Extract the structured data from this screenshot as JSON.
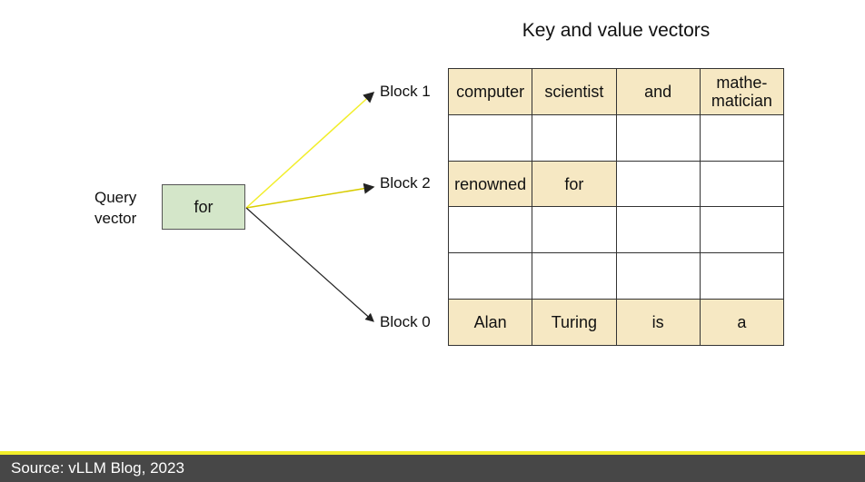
{
  "title": "Key and value vectors",
  "query": {
    "label_line1": "Query",
    "label_line2": "vector",
    "token": "for"
  },
  "blocks": [
    {
      "label": "Block 1",
      "row": 0,
      "arrow_color": "#f2ee2b"
    },
    {
      "label": "Block 2",
      "row": 2,
      "arrow_color": "#e0d200"
    },
    {
      "label": "Block 0",
      "row": 5,
      "arrow_color": "#222222"
    }
  ],
  "grid": {
    "rows": [
      [
        "computer",
        "scientist",
        "and",
        "mathe-\nmatician"
      ],
      [
        "",
        "",
        "",
        ""
      ],
      [
        "renowned",
        "for",
        "",
        ""
      ],
      [
        "",
        "",
        "",
        ""
      ],
      [
        "",
        "",
        "",
        ""
      ],
      [
        "Alan",
        "Turing",
        "is",
        "a"
      ]
    ]
  },
  "colors": {
    "filled_cell": "#f6e8c3",
    "query_box": "#d4e6c9",
    "footer_bg": "#474747",
    "footer_accent": "#f2ee2b"
  },
  "footer": {
    "source": "Source: vLLM Blog, 2023"
  }
}
